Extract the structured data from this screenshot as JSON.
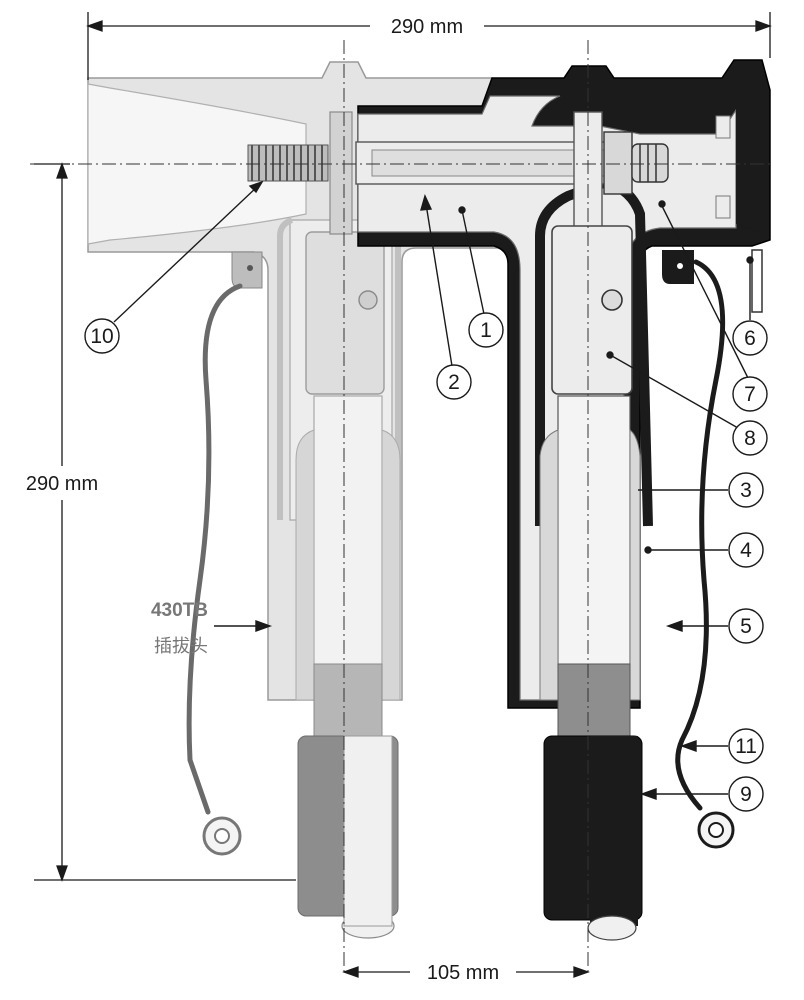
{
  "dimensions": {
    "top_width": "290 mm",
    "height": "290 mm",
    "bottom_spacing": "105 mm"
  },
  "callouts": [
    "1",
    "2",
    "3",
    "4",
    "5",
    "6",
    "7",
    "8",
    "9",
    "10",
    "11"
  ],
  "side_label": {
    "model": "430TB",
    "description": "插拔头"
  },
  "colors": {
    "light_body": "#e4e4e4",
    "light_mid": "#c4c4c4",
    "light_dark": "#8f8f8f",
    "dark_body": "#1b1b1b",
    "inner_light": "#ececec",
    "line": "#1a1a1a"
  }
}
